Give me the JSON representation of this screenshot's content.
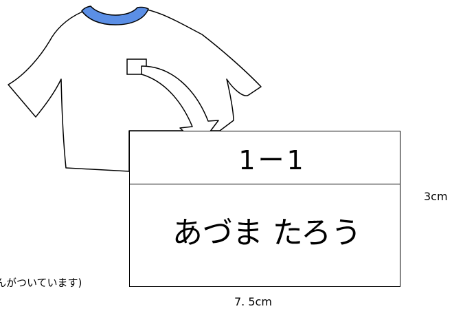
{
  "colors": {
    "collar": "#5b8fe6",
    "outline": "#000000",
    "fill": "#ffffff"
  },
  "name_tag": {
    "class_label": "1ー1",
    "name_label": "あづま たろう"
  },
  "dimensions": {
    "height_label": "3cm",
    "width_label": "7. 5cm"
  },
  "note": {
    "text": "んがついています)"
  },
  "icons": [
    "t-shirt",
    "pocket",
    "curved-arrow"
  ]
}
